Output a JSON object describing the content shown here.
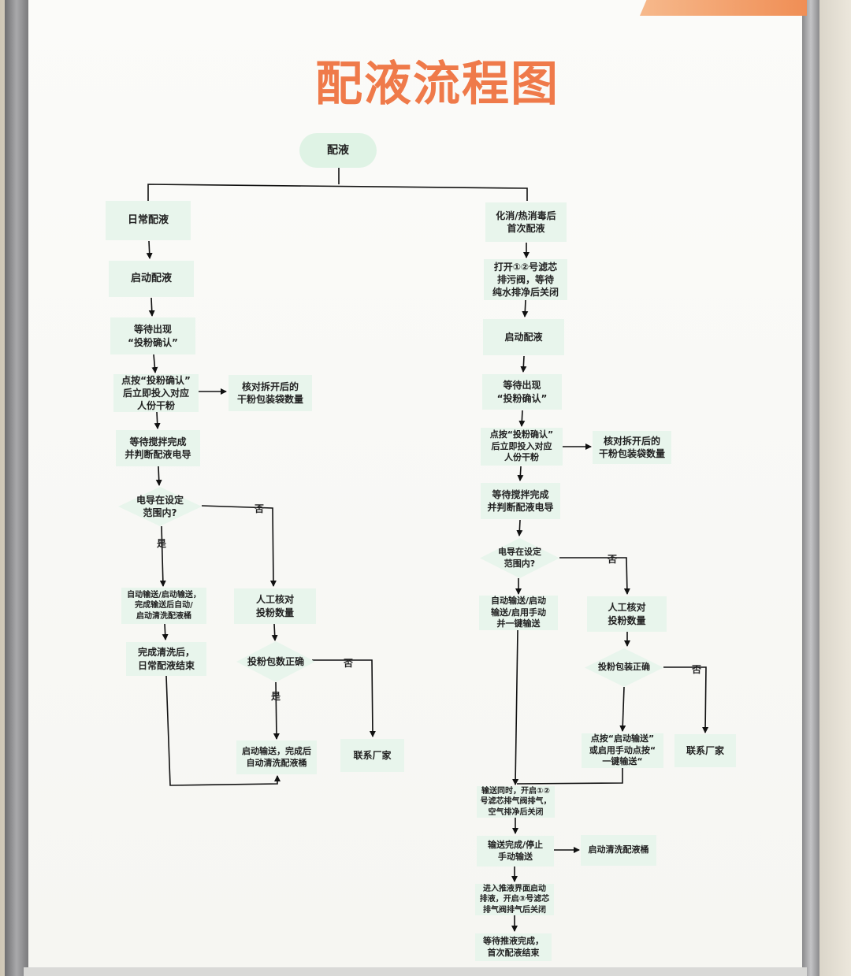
{
  "title": "配液流程图",
  "start": "配液",
  "left": {
    "n1": "日常配液",
    "n2": "启动配液",
    "n3": "等待出现\n“投粉确认”",
    "n4": "点按“投粉确认”\n后立即投入对应\n人份干粉",
    "n4_side": "核对拆开后的\n干粉包装袋数量",
    "n5": "等待搅拌完成\n并判断配液电导",
    "d1": "电导在设定\n范围内?",
    "d1_yes": "是",
    "d1_no": "否",
    "n6": "自动输送/启动输送，\n完成输送后自动/\n启动清洗配液桶",
    "n7": "完成清洗后，\n日常配液结束",
    "n8": "人工核对\n投粉数量",
    "d2": "投粉包数正确",
    "d2_yes": "是",
    "d2_no": "否",
    "n9": "启动输送，完成后\n自动清洗配液桶",
    "n10": "联系厂家"
  },
  "right": {
    "n1": "化消/热消毒后\n首次配液",
    "n2": "打开①②号滤芯\n排污阀，等待\n纯水排净后关闭",
    "n3": "启动配液",
    "n4": "等待出现\n“投粉确认”",
    "n5": "点按“投粉确认”\n后立即投入对应\n人份干粉",
    "n5_side": "核对拆开后的\n干粉包装袋数量",
    "n6": "等待搅拌完成\n并判断配液电导",
    "d1": "电导在设定\n范围内?",
    "d1_no": "否",
    "n7": "自动输送/启动\n输送/启用手动\n并一键输送",
    "n8": "人工核对\n投粉数量",
    "d2": "投粉包装正确",
    "d2_no": "否",
    "n9": "点按“启动输送”\n或启用手动点按“\n一键输送“",
    "n10": "联系厂家",
    "n11": "输送同时，开启①②\n号滤芯排气阀排气，\n空气排净后关闭",
    "n12": "输送完成/停止\n手动输送",
    "n12_side": "启动清洗配液桶",
    "n13": "进入推液界面启动\n排液，开启③号滤芯\n排气阀排气后关闭",
    "n14": "等待推液完成，\n首次配液结束"
  }
}
